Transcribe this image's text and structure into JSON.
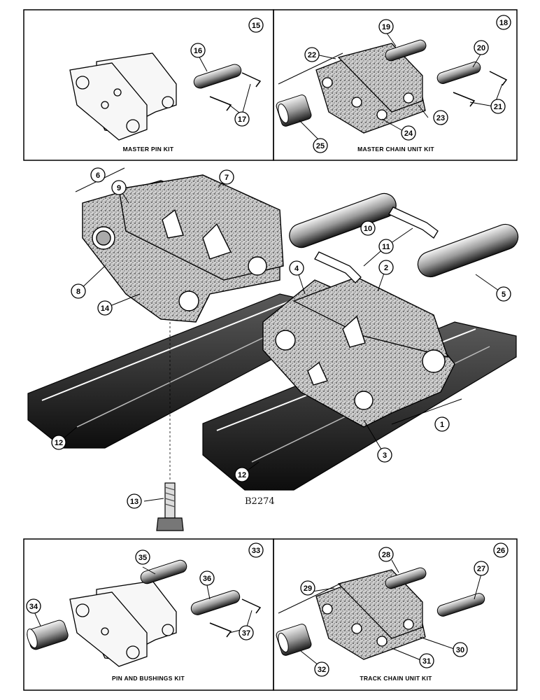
{
  "drawing_number": "B2274",
  "kits": {
    "master_pin": {
      "caption": "MASTER PIN KIT"
    },
    "master_chain_unit": {
      "caption": "MASTER CHAIN UNIT KIT"
    },
    "pin_and_bushings": {
      "caption": "PIN AND BUSHINGS KIT"
    },
    "track_chain_unit": {
      "caption": "TRACK CHAIN UNIT KIT"
    }
  },
  "callouts": [
    "1",
    "2",
    "3",
    "4",
    "5",
    "6",
    "7",
    "8",
    "9",
    "10",
    "11",
    "12",
    "12",
    "13",
    "14",
    "15",
    "16",
    "17",
    "18",
    "19",
    "20",
    "21",
    "22",
    "23",
    "24",
    "25",
    "26",
    "27",
    "28",
    "29",
    "30",
    "31",
    "32",
    "33",
    "34",
    "35",
    "36",
    "37"
  ]
}
